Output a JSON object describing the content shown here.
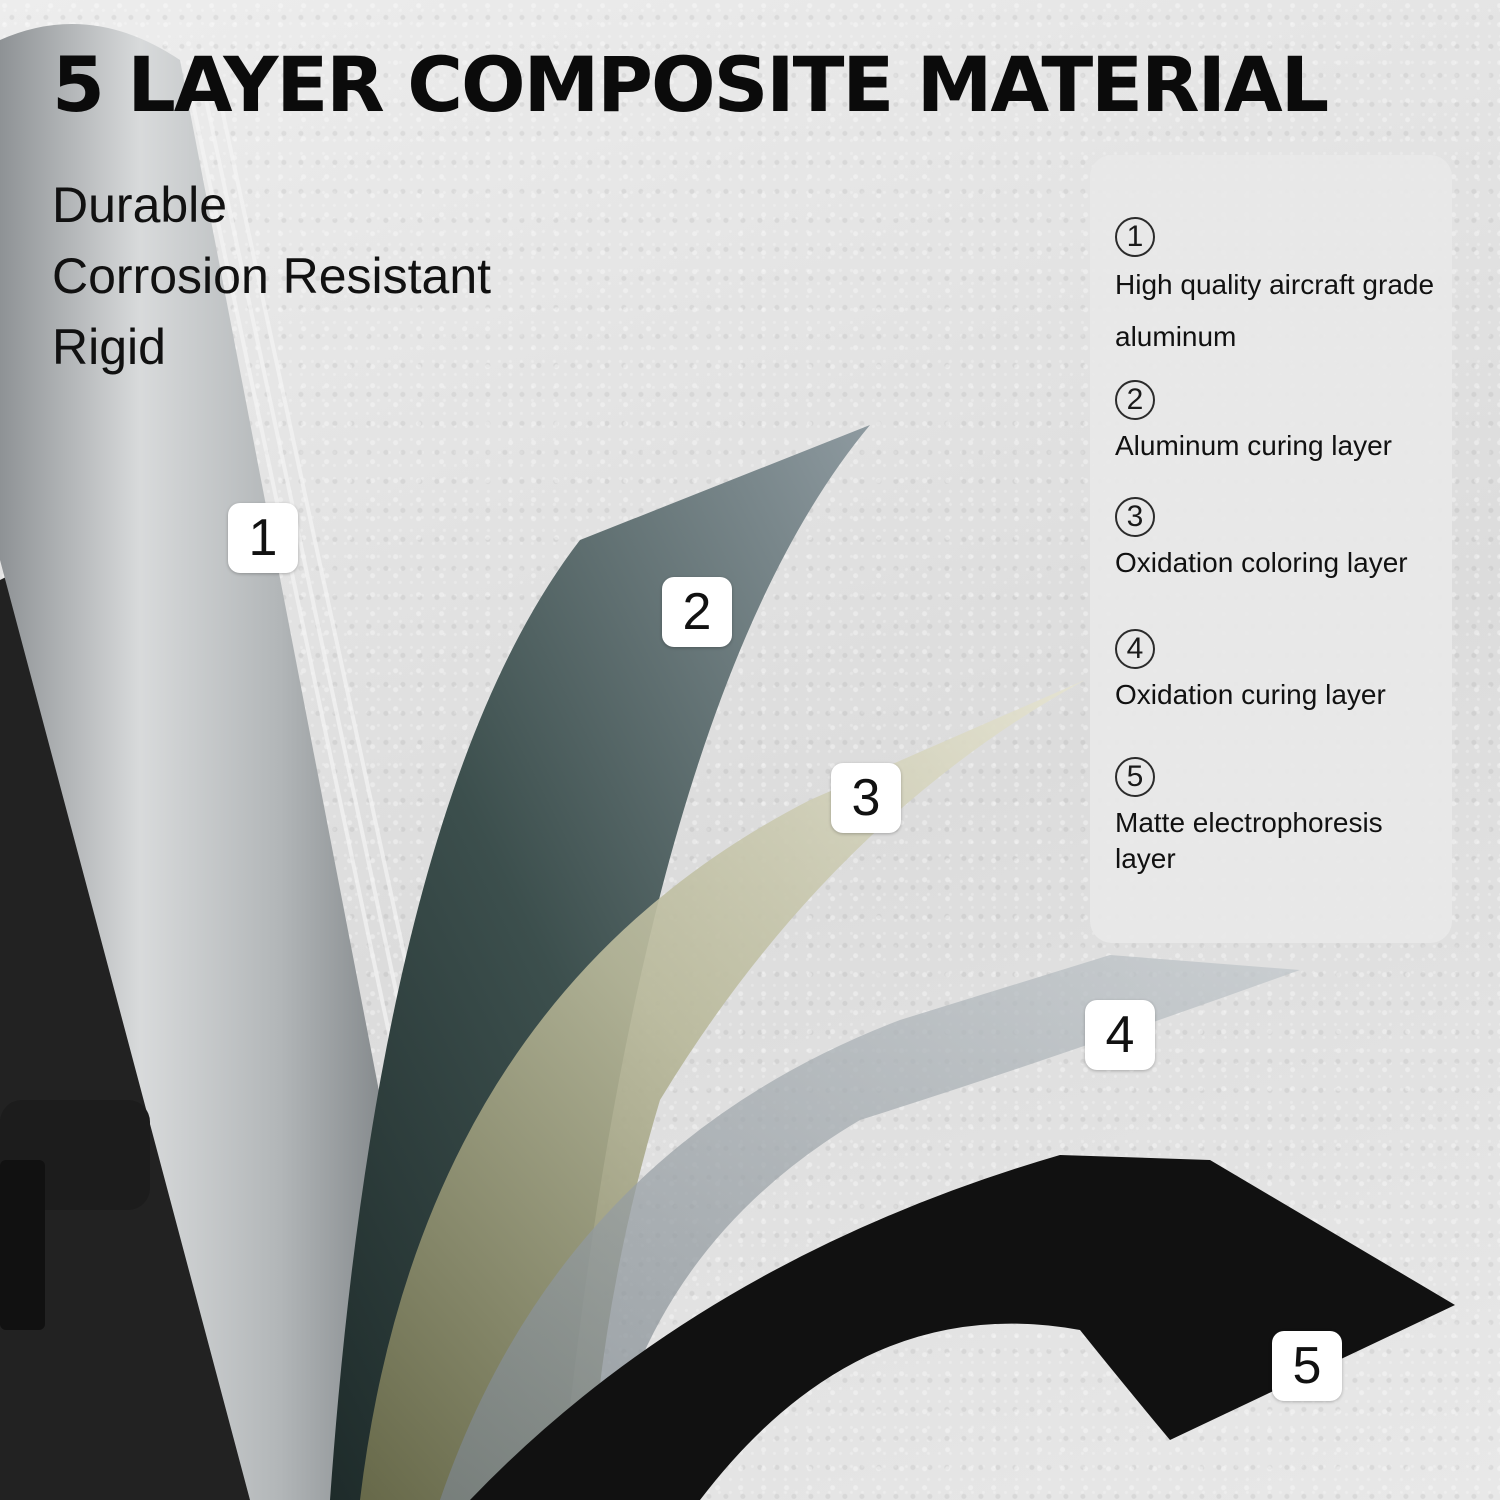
{
  "title": "5 LAYER COMPOSITE MATERIAL",
  "features": [
    "Durable",
    "Corrosion Resistant",
    "Rigid"
  ],
  "layers": [
    {
      "number": "1",
      "marker": "①",
      "description": "High quality aircraft grade aluminum"
    },
    {
      "number": "2",
      "marker": "②",
      "description": "Aluminum curing layer"
    },
    {
      "number": "3",
      "marker": "③",
      "description": "Oxidation coloring layer"
    },
    {
      "number": "4",
      "marker": "④",
      "description": "Oxidation curing layer"
    },
    {
      "number": "5",
      "marker": "⑤",
      "description": "Matte electrophoresis layer"
    }
  ],
  "colors": {
    "background": "#e4e4e4",
    "aluminum": "#b9bcbe",
    "layer2": "#2f3f3e",
    "layer3": "#a9aa8c",
    "layer4": "#a7aeb3",
    "layer5": "#111111",
    "panel": "#e8e8e8",
    "text": "#111111"
  }
}
